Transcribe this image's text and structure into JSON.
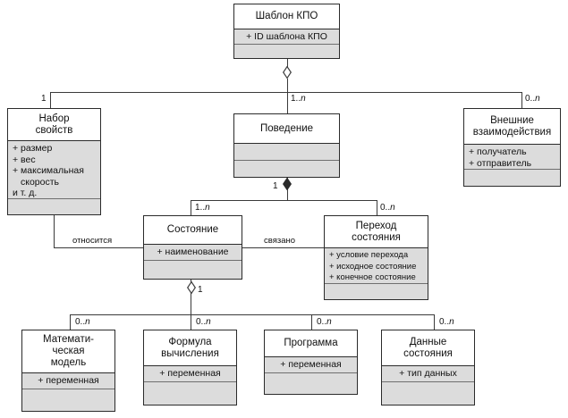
{
  "diagram": {
    "type": "uml-class-diagram",
    "language": "ru",
    "classes": [
      {
        "id": "shablon-kpo",
        "name": "Шаблон КПО",
        "name_lines": [
          "Шаблон КПО"
        ],
        "attributes": [
          "+ ID шаблона КПО"
        ],
        "operations": []
      },
      {
        "id": "nabor-svoystv",
        "name": "Набор свойств",
        "name_lines": [
          "Набор",
          "свойств"
        ],
        "attributes": [
          "+ размер",
          "+ вес",
          "+ максимальная",
          "скорость",
          "и т. д."
        ],
        "operations": []
      },
      {
        "id": "povedenie",
        "name": "Поведение",
        "name_lines": [
          "Поведение"
        ],
        "attributes": [],
        "operations": []
      },
      {
        "id": "vneshnie-vzaimodeystviya",
        "name": "Внешние взаимодействия",
        "name_lines": [
          "Внешние",
          "взаимодействия"
        ],
        "attributes": [
          "+ получатель",
          "+ отправитель"
        ],
        "operations": []
      },
      {
        "id": "sostoyanie",
        "name": "Состояние",
        "name_lines": [
          "Состояние"
        ],
        "attributes": [
          "+ наименование"
        ],
        "operations": []
      },
      {
        "id": "perehod-sostoyaniya",
        "name": "Переход состояния",
        "name_lines": [
          "Переход",
          "состояния"
        ],
        "attributes": [
          "+ условие перехода",
          "+ исходное состояние",
          "+ конечное состояние"
        ],
        "operations": []
      },
      {
        "id": "matematicheskaya-model",
        "name": "Математическая модель",
        "name_lines": [
          "Математи-",
          "ческая",
          "модель"
        ],
        "attributes": [
          "+ переменная"
        ],
        "operations": []
      },
      {
        "id": "formula-vychisleniya",
        "name": "Формула вычисления",
        "name_lines": [
          "Формула",
          "вычисления"
        ],
        "attributes": [
          "+ переменная"
        ],
        "operations": []
      },
      {
        "id": "programma",
        "name": "Программа",
        "name_lines": [
          "Программа"
        ],
        "attributes": [
          "+ переменная"
        ],
        "operations": []
      },
      {
        "id": "dannye-sostoyaniya",
        "name": "Данные состояния",
        "name_lines": [
          "Данные",
          "состояния"
        ],
        "attributes": [
          "+ тип данных"
        ],
        "operations": []
      }
    ],
    "multiplicities": {
      "nabor_svoystv": "1",
      "povedenie": "1..n",
      "vneshnie": "0..n",
      "sostoyanie": "1..n",
      "perehod": "0..n",
      "povedenie_composition": "1",
      "sostoyanie_aggregation": "1",
      "mat_model": "0..n",
      "formula": "0..n",
      "programma": "0..n",
      "dannye": "0..n"
    },
    "edge_labels": {
      "otnositsya": "относится",
      "svyazano": "связано"
    },
    "colors": {
      "box_fill": "#dcdcdc",
      "title_fill": "#ffffff",
      "border": "#2b2b2b",
      "line": "#3a3a3a",
      "text": "#111111",
      "background": "#ffffff"
    }
  }
}
